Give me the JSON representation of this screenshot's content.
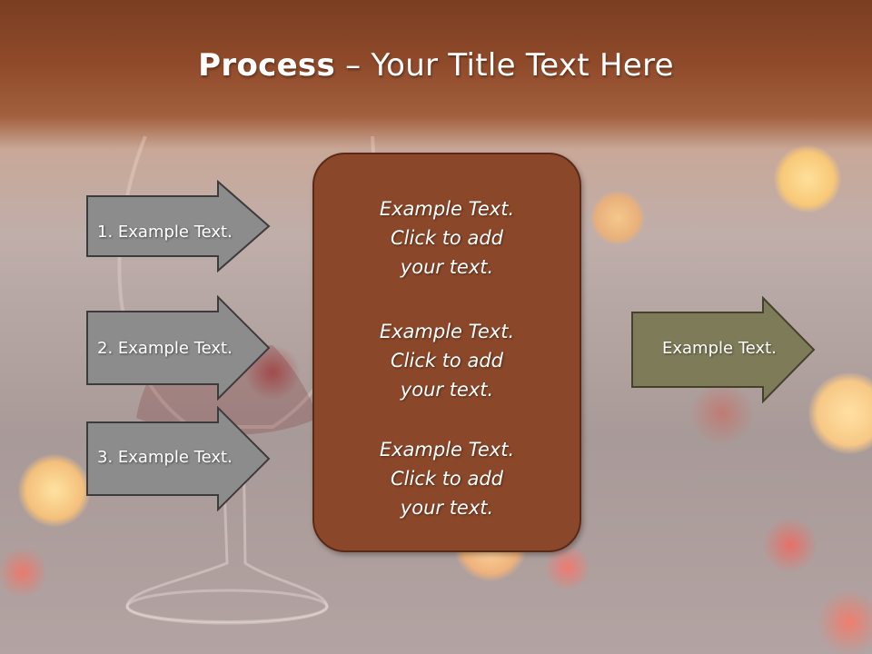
{
  "title": {
    "bold": "Process",
    "separator": "–",
    "rest": "Your Title Text Here"
  },
  "left_arrows": [
    {
      "label": "1. Example Text."
    },
    {
      "label": "2. Example Text."
    },
    {
      "label": "3. Example Text."
    }
  ],
  "center_blocks": [
    {
      "lines": [
        "Example Text.",
        "Click  to add",
        "your text."
      ]
    },
    {
      "lines": [
        "Example Text.",
        "Click  to add",
        "your text."
      ]
    },
    {
      "lines": [
        "Example Text.",
        "Click  to add",
        "your text."
      ]
    }
  ],
  "right_arrow": {
    "label": "Example Text."
  },
  "colors": {
    "header": "#7a3e22",
    "left_arrow_fill": "#8c8c8c",
    "left_arrow_stroke": "#3c3c3c",
    "panel_fill": "#8b4729",
    "panel_stroke": "#5a2a16",
    "right_arrow_fill": "#7e7c58",
    "right_arrow_stroke": "#44422a"
  }
}
